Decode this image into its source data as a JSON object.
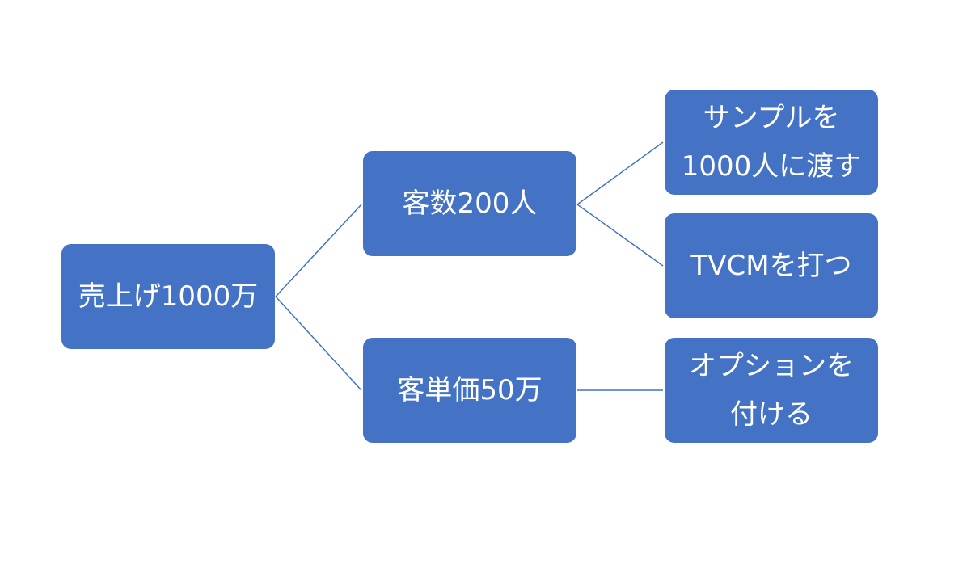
{
  "tree": {
    "root": {
      "label": "売上げ1000万"
    },
    "customers": {
      "label": "客数200人"
    },
    "unit_price": {
      "label": "客単価50万"
    },
    "sample": {
      "label": "サンプルを\n1000人に渡す"
    },
    "tvcm": {
      "label": "TVCMを打つ"
    },
    "option": {
      "label": "オプションを\n付ける"
    }
  },
  "colors": {
    "node_fill": "#4472C4",
    "node_text": "#FFFFFF",
    "connector": "#4472C4",
    "background": "#FFFFFF"
  }
}
